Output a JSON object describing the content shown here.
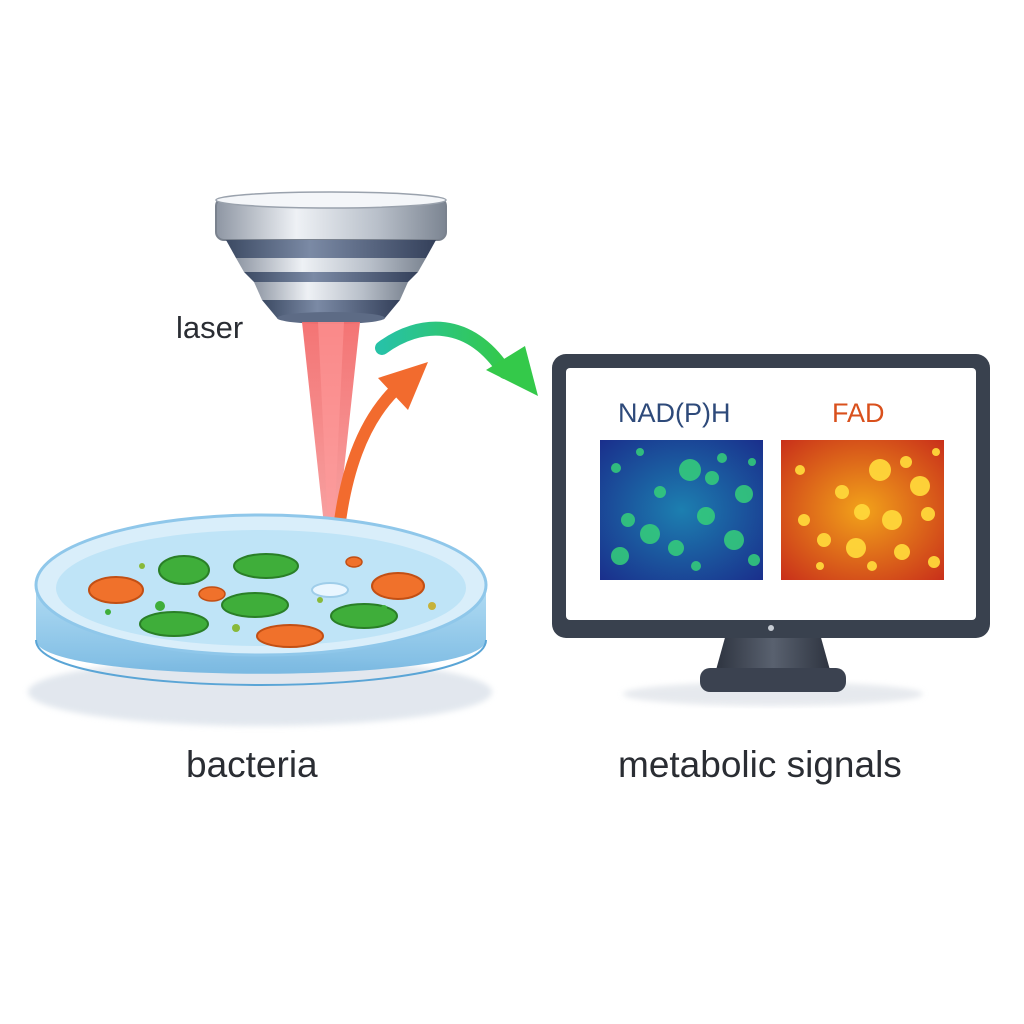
{
  "labels": {
    "laser": "laser",
    "bacteria": "bacteria",
    "metabolic_signals": "metabolic signals"
  },
  "monitor": {
    "panels": [
      {
        "title": "NAD(P)H",
        "title_color": "#2e4a7a",
        "colormap": "blue-green"
      },
      {
        "title": "FAD",
        "title_color": "#d9501c",
        "colormap": "red-yellow"
      }
    ]
  },
  "colors": {
    "laser_beam": "#f25a5a",
    "emission_arrow": "#f26b2e",
    "transfer_arrow_start": "#27c2a6",
    "transfer_arrow_end": "#34c94a",
    "dish_liquid": "#bfe4f7",
    "bacteria_green": "#3fae3a",
    "bacteria_orange": "#f0712b",
    "monitor_frame": "#39414e"
  },
  "icons": {
    "objective": "microscope-objective-icon",
    "dish": "petri-dish-icon",
    "monitor": "computer-monitor-icon"
  }
}
